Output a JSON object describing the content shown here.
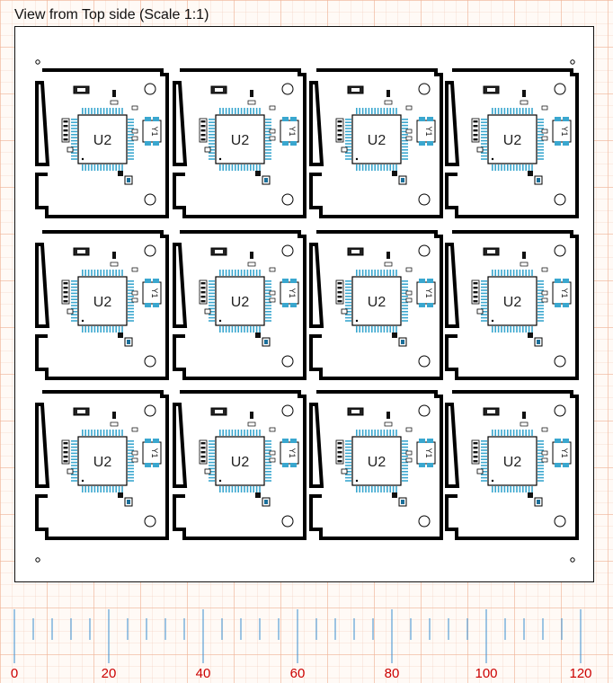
{
  "view": {
    "title": "View from Top side (Scale 1:1)"
  },
  "board": {
    "columns": 4,
    "rows": 3,
    "ic_label": "U2",
    "crystal_label": "Y1"
  },
  "ruler": {
    "labels": [
      "0",
      "20",
      "40",
      "60",
      "80",
      "100",
      "120"
    ],
    "color": "#cc0000",
    "tick_color": "#3a8fd0"
  },
  "colors": {
    "outline": "#000000",
    "pad": "#3aa7cf",
    "pad_dark": "#1b6f9a",
    "silkscreen": "#000000"
  }
}
